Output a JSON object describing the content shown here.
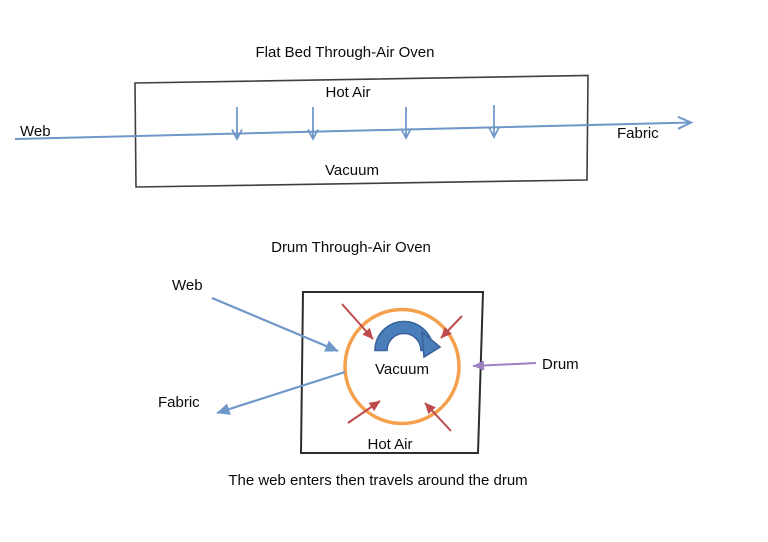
{
  "colors": {
    "line_blue": "#6f97c8",
    "rotation_arc_fill": "#4a7ebb",
    "rotation_arc_stroke": "#3a639c",
    "drum_orange": "#f5a04c",
    "hot_air_red": "#bd4b4e",
    "drum_pointer_purple": "#9d80c4",
    "outline_dark": "#3f3f3f",
    "text": "#0a0a0a"
  },
  "flat_bed_oven": {
    "title": "Flat Bed Through-Air Oven",
    "hot_air": "Hot Air",
    "vacuum": "Vacuum",
    "web": "Web",
    "fabric": "Fabric"
  },
  "drum_oven": {
    "title": "Drum Through-Air Oven",
    "web": "Web",
    "fabric": "Fabric",
    "vacuum": "Vacuum",
    "hot_air": "Hot Air",
    "drum": "Drum",
    "caption": "The web enters then travels around the drum"
  }
}
